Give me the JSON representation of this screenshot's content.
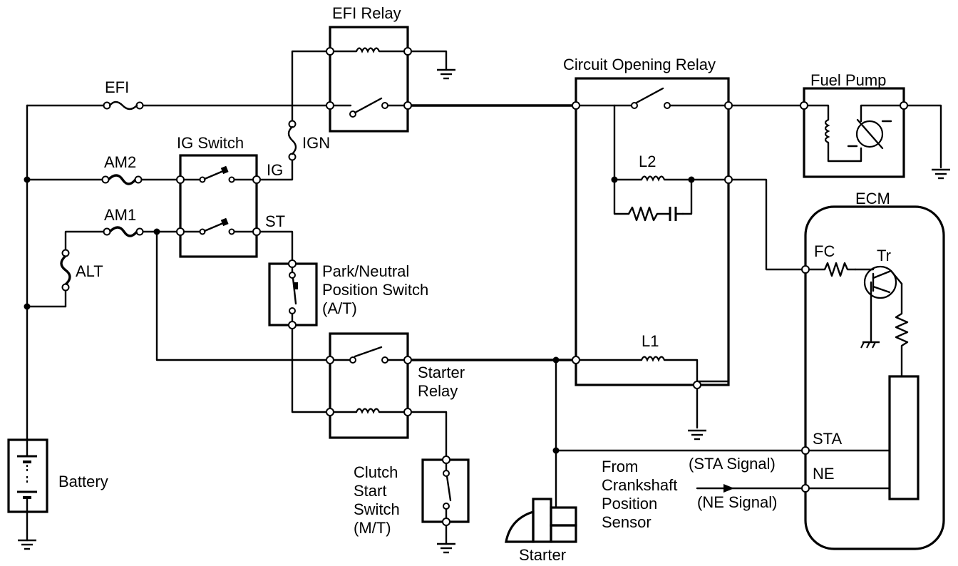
{
  "labels": {
    "efi_relay": "EFI Relay",
    "circuit_opening_relay": "Circuit Opening Relay",
    "fuel_pump": "Fuel Pump",
    "efi": "EFI",
    "ig_switch": "IG Switch",
    "ign": "IGN",
    "am2": "AM2",
    "ig": "IG",
    "l2": "L2",
    "ecm": "ECM",
    "am1": "AM1",
    "st": "ST",
    "fc": "FC",
    "tr": "Tr",
    "alt": "ALT",
    "pn_line1": "Park/Neutral",
    "pn_line2": "Position Switch",
    "pn_line3": "(A/T)",
    "l1": "L1",
    "starter_relay_line1": "Starter",
    "starter_relay_line2": "Relay",
    "sta": "STA",
    "from_line1": "From",
    "from_line2": "Crankshaft",
    "from_line3": "Position",
    "from_line4": "Sensor",
    "sta_signal": "(STA Signal)",
    "ne": "NE",
    "ne_signal": "(NE Signal)",
    "battery": "Battery",
    "clutch_line1": "Clutch",
    "clutch_line2": "Start",
    "clutch_line3": "Switch",
    "clutch_line4": "(M/T)",
    "starter": "Starter"
  }
}
